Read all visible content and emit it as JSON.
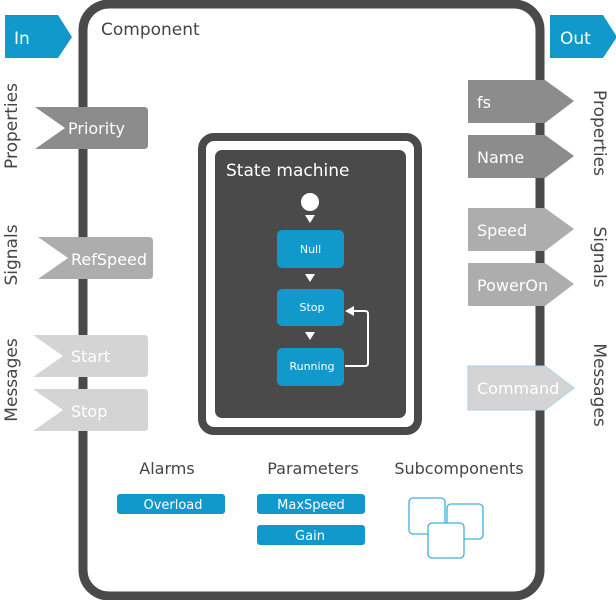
{
  "component": {
    "title": "Component"
  },
  "ports": {
    "in_label": "In",
    "out_label": "Out"
  },
  "inputs": {
    "section_labels": {
      "properties": "Properties",
      "signals": "Signals",
      "messages": "Messages"
    },
    "properties": [
      {
        "label": "Priority"
      }
    ],
    "signals": [
      {
        "label": "RefSpeed"
      }
    ],
    "messages": [
      {
        "label": "Start"
      },
      {
        "label": "Stop"
      }
    ]
  },
  "outputs": {
    "section_labels": {
      "properties": "Properties",
      "signals": "Signals",
      "messages": "Messages"
    },
    "properties": [
      {
        "label": "fs"
      },
      {
        "label": "Name"
      }
    ],
    "signals": [
      {
        "label": "Speed"
      },
      {
        "label": "PowerOn"
      }
    ],
    "messages": [
      {
        "label": "Command"
      }
    ]
  },
  "state_machine": {
    "title": "State machine",
    "states": [
      {
        "label": "Null"
      },
      {
        "label": "Stop"
      },
      {
        "label": "Running"
      }
    ],
    "loop_transition": {
      "from": "Running",
      "to": "Stop"
    }
  },
  "alarms": {
    "title": "Alarms",
    "items": [
      {
        "label": "Overload"
      }
    ]
  },
  "parameters": {
    "title": "Parameters",
    "items": [
      {
        "label": "MaxSpeed"
      },
      {
        "label": "Gain"
      }
    ]
  },
  "subcomponents": {
    "title": "Subcomponents",
    "icon": "stacked-squares-icon"
  },
  "colors": {
    "accent_blue": "#1199cc",
    "frame_dark": "#4a4a4a",
    "property_gray": "#8c8c8c",
    "signal_gray": "#adadad",
    "message_gray": "#d4d4d4",
    "text_dark": "#444444",
    "white": "#ffffff"
  }
}
